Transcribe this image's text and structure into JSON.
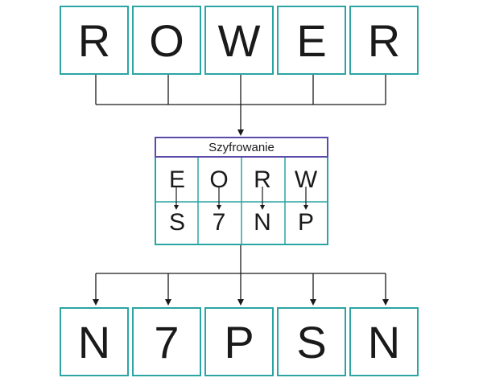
{
  "input_word": [
    "R",
    "O",
    "W",
    "E",
    "R"
  ],
  "cipher": {
    "title": "Szyfrowanie",
    "mappings": [
      {
        "from": "E",
        "to": "S"
      },
      {
        "from": "O",
        "to": "7"
      },
      {
        "from": "R",
        "to": "N"
      },
      {
        "from": "W",
        "to": "P"
      }
    ]
  },
  "output_word": [
    "N",
    "7",
    "P",
    "S",
    "N"
  ],
  "colors": {
    "cell_border": "#2ba5a3",
    "header_border": "#5b4aa6",
    "line": "#1a1a1a",
    "text": "#1a1a1a"
  }
}
